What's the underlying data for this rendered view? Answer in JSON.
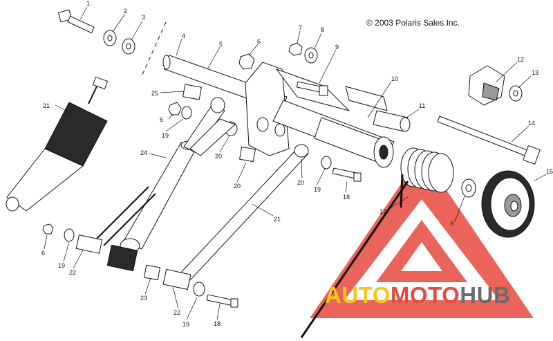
{
  "copyright": "© 2003 Polaris Sales Inc.",
  "watermark": {
    "part1": "AUTO",
    "part2": "MOTO",
    "part3": "HUB",
    "colors": {
      "auto": "#f2c81f",
      "moto": "#e8493f",
      "hub": "#6b6b6b",
      "triangle": "#e8493f"
    }
  },
  "callouts": {
    "c1": "1",
    "c2": "2",
    "c3": "3",
    "c4": "4",
    "c5": "5",
    "c6a": "6",
    "c6b": "6",
    "c6c": "6",
    "c6d": "6",
    "c7": "7",
    "c8": "8",
    "c9": "9",
    "c10": "10",
    "c11": "11",
    "c12": "12",
    "c13": "13",
    "c14": "14",
    "c15": "15",
    "c17": "17",
    "c18a": "18",
    "c18b": "18",
    "c19a": "19",
    "c19b": "19",
    "c19c": "19",
    "c19d": "19",
    "c20a": "20",
    "c20b": "20",
    "c20c": "20",
    "c21a": "21",
    "c21b": "21",
    "c22a": "22",
    "c22b": "22",
    "c23": "23",
    "c24": "24",
    "c25": "25"
  }
}
